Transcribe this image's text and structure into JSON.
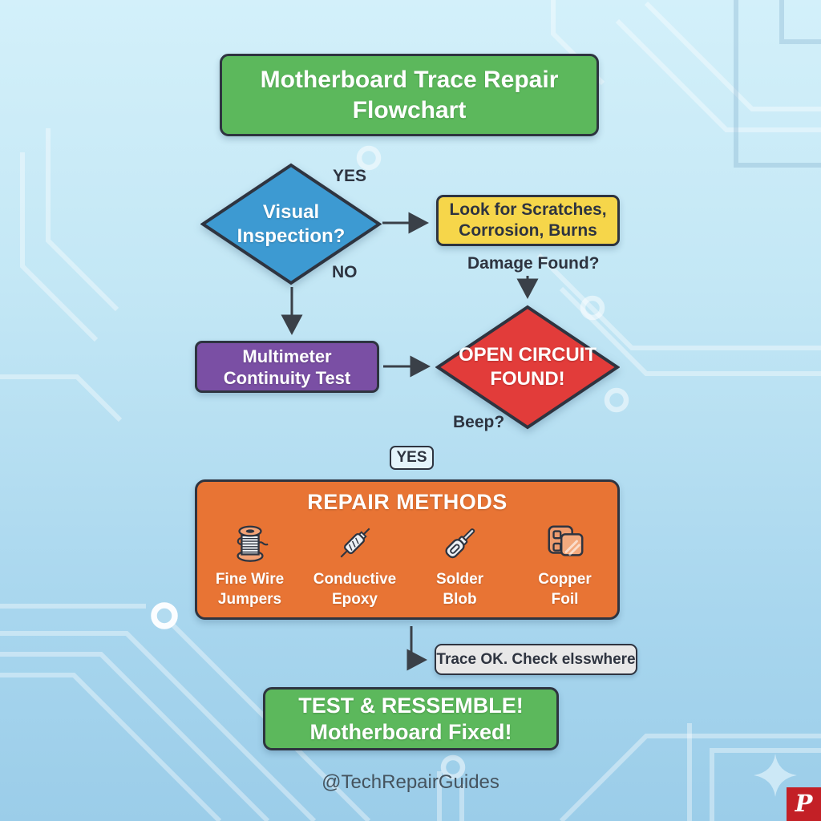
{
  "title": {
    "line1": "Motherboard Trace Repair",
    "line2": "Flowchart"
  },
  "flow": {
    "visual_inspection": {
      "line1": "Visual",
      "line2": "Inspection?"
    },
    "yes_label": "YES",
    "no_label": "NO",
    "scratches": {
      "line1": "Look for Scratches,",
      "line2": "Corrosion, Burns"
    },
    "damage_label": "Damage Found?",
    "open_circuit": {
      "line1": "OPEN CIRCUIT",
      "line2": "FOUND!"
    },
    "multimeter": {
      "line1": "Multimeter",
      "line2": "Continuity Test"
    },
    "beep_label": "Beep?",
    "yes_chip": "YES",
    "trace_ok": "Trace OK. Check elsswhere"
  },
  "repair": {
    "title": "REPAIR METHODS",
    "items": [
      {
        "icon": "wire-spool-icon",
        "line1": "Fine Wire",
        "line2": "Jumpers"
      },
      {
        "icon": "epoxy-syringe-icon",
        "line1": "Conductive",
        "line2": "Epoxy"
      },
      {
        "icon": "soldering-iron-icon",
        "line1": "Solder",
        "line2": "Blob"
      },
      {
        "icon": "copper-foil-icon",
        "line1": "Copper",
        "line2": "Foil"
      }
    ]
  },
  "final": {
    "line1": "TEST & RESSEMBLE!",
    "line2": "Motherboard Fixed!"
  },
  "footer": {
    "credit": "@TechRepairGuides"
  },
  "badges": {
    "pinterest_letter": "P",
    "sparkle": "sparkle-icon"
  },
  "colors": {
    "title_green": "#5cb85c",
    "decision_blue": "#3d9ad2",
    "warning_yellow": "#f6d64a",
    "action_purple": "#7a4fa4",
    "alert_red": "#e23c3a",
    "repair_orange": "#e87434",
    "note_gray": "#e8e8e8",
    "outline_dark": "#2e3440",
    "pinterest_red": "#c32026",
    "background_blue": "#a8d6ee"
  }
}
